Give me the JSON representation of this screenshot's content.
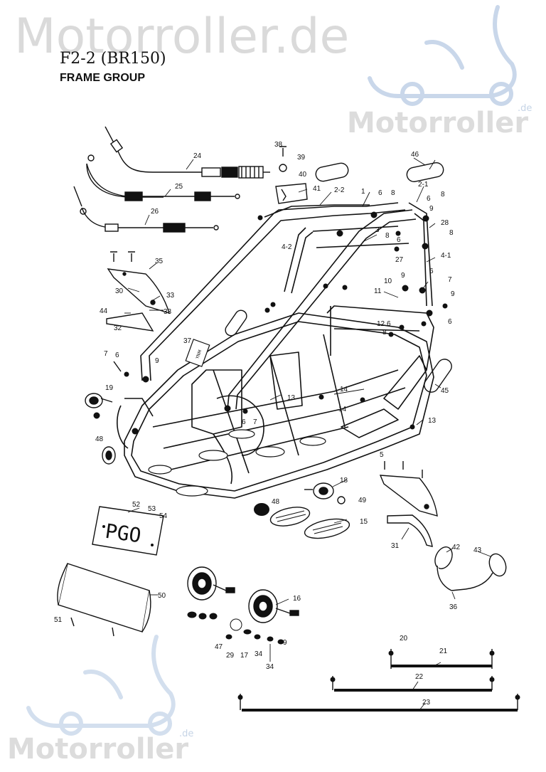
{
  "watermark": {
    "top": "Motorroller.de",
    "right": "Motorroller",
    "right_suffix": ".de",
    "bottom": "Motorroller",
    "bottom_suffix": ".de"
  },
  "header": {
    "code": "F2-2 (BR150)",
    "title": "FRAME GROUP"
  },
  "plate_text": "PGO",
  "sticker_text": "YNM",
  "callouts": {
    "c1": "1",
    "c2_2": "2-2",
    "c2_1": "2-1",
    "c3": "3",
    "c4_2": "4-2",
    "c4_1": "4-1",
    "c5": "5",
    "c6": "6",
    "c7": "7",
    "c8": "8",
    "c9": "9",
    "c10": "10",
    "c11": "11",
    "c12": "12",
    "c13": "13",
    "c14": "14",
    "c15": "15",
    "c16": "16",
    "c17": "17",
    "c18": "18",
    "c19": "19",
    "c20": "20",
    "c21": "21",
    "c22": "22",
    "c23": "23",
    "c24": "24",
    "c25": "25",
    "c26": "26",
    "c27": "27",
    "c28": "28",
    "c29": "29",
    "c30": "30",
    "c31": "31",
    "c32": "32",
    "c33": "33",
    "c34": "34",
    "c35": "35",
    "c36": "36",
    "c37": "37",
    "c38": "38",
    "c39": "39",
    "c40": "40",
    "c41": "41",
    "c42": "42",
    "c43": "43",
    "c44": "44",
    "c45": "45",
    "c46": "46",
    "c47": "47",
    "c48": "48",
    "c49": "49",
    "c50": "50",
    "c51": "51",
    "c52": "52",
    "c53": "53",
    "c54": "54"
  }
}
